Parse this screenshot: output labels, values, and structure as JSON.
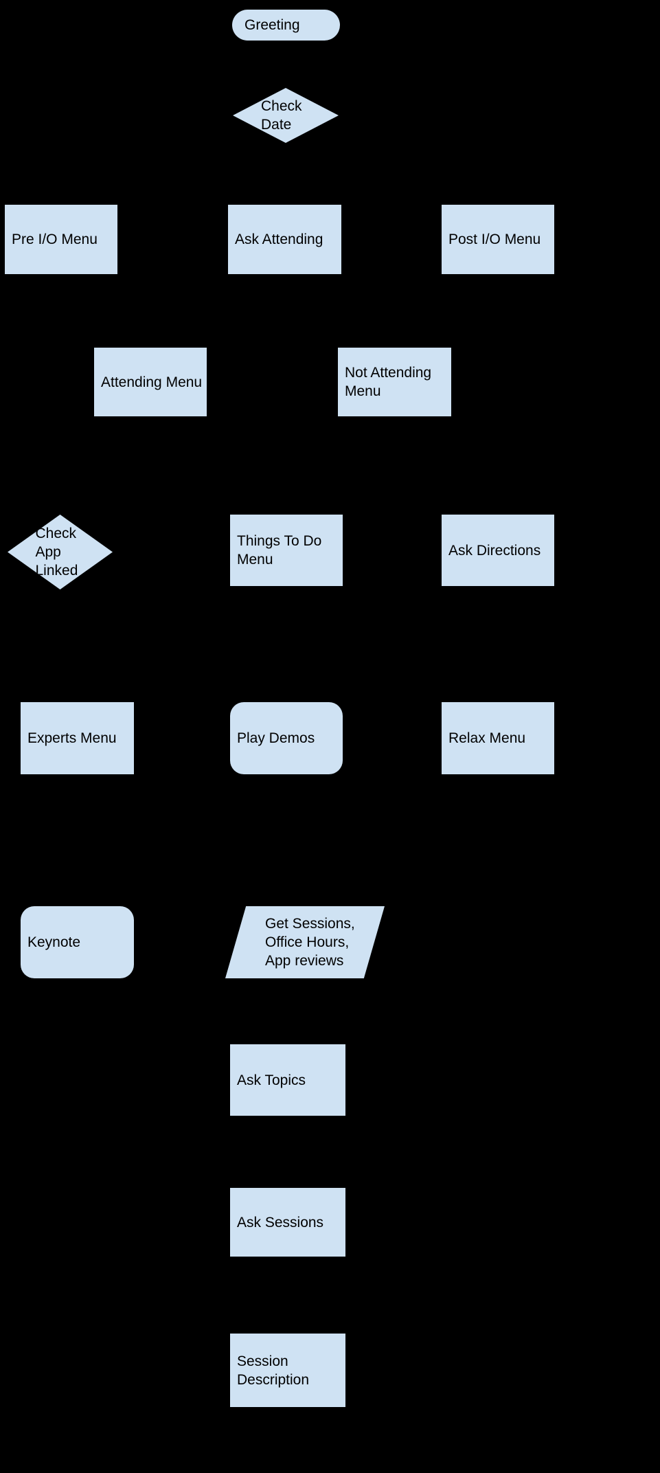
{
  "diagram": {
    "background_color": "#000000",
    "node_fill_color": "#cfe2f3",
    "node_text_color": "#000000",
    "nodes": {
      "greeting": {
        "label": "Greeting",
        "type": "terminator"
      },
      "check_date": {
        "label": "Check Date",
        "type": "decision"
      },
      "pre_io_menu": {
        "label": "Pre I/O Menu",
        "type": "process"
      },
      "ask_attending": {
        "label": "Ask Attending",
        "type": "process"
      },
      "post_io_menu": {
        "label": "Post I/O Menu",
        "type": "process"
      },
      "attending_menu": {
        "label": "Attending Menu",
        "type": "process"
      },
      "not_attending_menu": {
        "label": "Not Attending Menu",
        "type": "process"
      },
      "check_app_linked": {
        "label": "Check App Linked",
        "type": "decision"
      },
      "things_to_do_menu": {
        "label": "Things To Do Menu",
        "type": "process"
      },
      "ask_directions": {
        "label": "Ask Directions",
        "type": "process"
      },
      "experts_menu": {
        "label": "Experts Menu",
        "type": "process"
      },
      "play_demos": {
        "label": "Play Demos",
        "type": "alternate-process"
      },
      "relax_menu": {
        "label": "Relax Menu",
        "type": "process"
      },
      "keynote": {
        "label": "Keynote",
        "type": "alternate-process"
      },
      "get_sessions": {
        "label": "Get Sessions, Office Hours, App reviews",
        "type": "input-output"
      },
      "ask_topics": {
        "label": "Ask Topics",
        "type": "process"
      },
      "ask_sessions": {
        "label": "Ask Sessions",
        "type": "process"
      },
      "session_description": {
        "label": "Session Description",
        "type": "process"
      }
    }
  }
}
